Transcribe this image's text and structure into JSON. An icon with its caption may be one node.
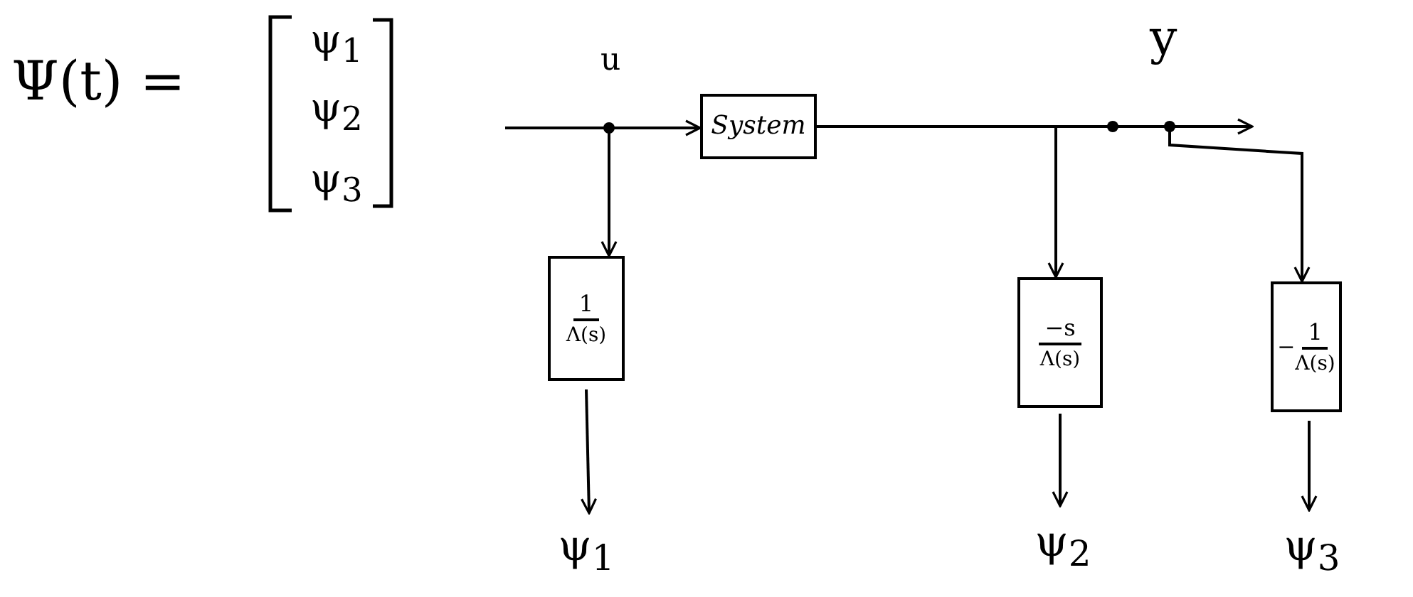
{
  "diagram": {
    "nodes": [
      {
        "text": [
          "System"
        ]
      },
      {
        "text": [
          "1",
          "Λ(s)"
        ]
      },
      {
        "text": [
          "−s",
          "Λ(s)"
        ]
      },
      {
        "text": [
          "−",
          "1",
          "Λ(s)"
        ]
      },
      {
        "text": [
          "ψ$_{1}$"
        ]
      },
      {
        "text": [
          "ψ$_{2}$"
        ]
      },
      {
        "text": [
          "ψ$_{3}$"
        ]
      }
    ],
    "edges": [
      {
        "from": null,
        "to": 0,
        "arrow": "to",
        "label": "u"
      },
      {
        "from": null,
        "to": 1,
        "arrow": "to"
      },
      {
        "from": 0,
        "to": null,
        "arrow": "to",
        "label": "y"
      },
      {
        "from": 0,
        "to": 2,
        "arrow": "to"
      },
      {
        "from": 0,
        "to": 3,
        "arrow": "to"
      },
      {
        "from": 1,
        "to": 4,
        "arrow": "to"
      },
      {
        "from": 2,
        "to": 5,
        "arrow": "to"
      },
      {
        "from": 3,
        "to": 6,
        "arrow": "to"
      }
    ],
    "labels": [
      "Ψ(t) =",
      "ψ$_{1}$",
      "ψ$_{2}$",
      "ψ$_{3}$"
    ]
  }
}
